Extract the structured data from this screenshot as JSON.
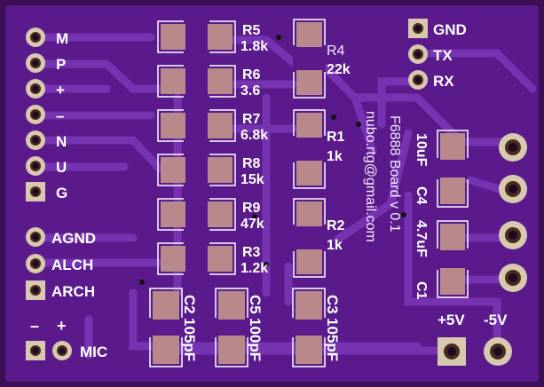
{
  "board": {
    "colors": {
      "substrate": "#5a1a8c",
      "copper": "#6b26a6",
      "trace": "#7a36b6",
      "pad": "#b8898a",
      "ring": "#d8c8b0",
      "silk": "#ffffff"
    },
    "header_left": [
      "M",
      "P",
      "+",
      "–",
      "N",
      "U",
      "G"
    ],
    "header_audio": [
      "AGND",
      "ALCH",
      "ARCH"
    ],
    "header_uart": [
      "GND",
      "TX",
      "RX"
    ],
    "resistors_left": [
      {
        "ref": "R5",
        "value": "1.8k"
      },
      {
        "ref": "R6",
        "value": "3.6"
      },
      {
        "ref": "R7",
        "value": "6.8k"
      },
      {
        "ref": "R8",
        "value": "15k"
      },
      {
        "ref": "R9",
        "value": "47k"
      },
      {
        "ref": "R3",
        "value": "1.2k"
      }
    ],
    "resistors_right": [
      {
        "ref": "R4",
        "value": "22k"
      },
      {
        "ref": "R1",
        "value": "1k"
      },
      {
        "ref": "R2",
        "value": "1k"
      }
    ],
    "capacitors": [
      {
        "ref": "C2",
        "value": "105pF"
      },
      {
        "ref": "C5",
        "value": "100pF"
      },
      {
        "ref": "C3",
        "value": "105pF"
      }
    ],
    "capacitors_right": [
      {
        "ref": "10uF",
        "value": "C4"
      },
      {
        "ref": "4.7uF",
        "value": "C1"
      }
    ],
    "board_text": [
      "F6888 Board v 0.1",
      "nubo.rtg@gmail.com"
    ],
    "mic": {
      "minus": "–",
      "plus": "+",
      "label": "MIC"
    },
    "power": [
      "+5V",
      "-5V"
    ]
  }
}
